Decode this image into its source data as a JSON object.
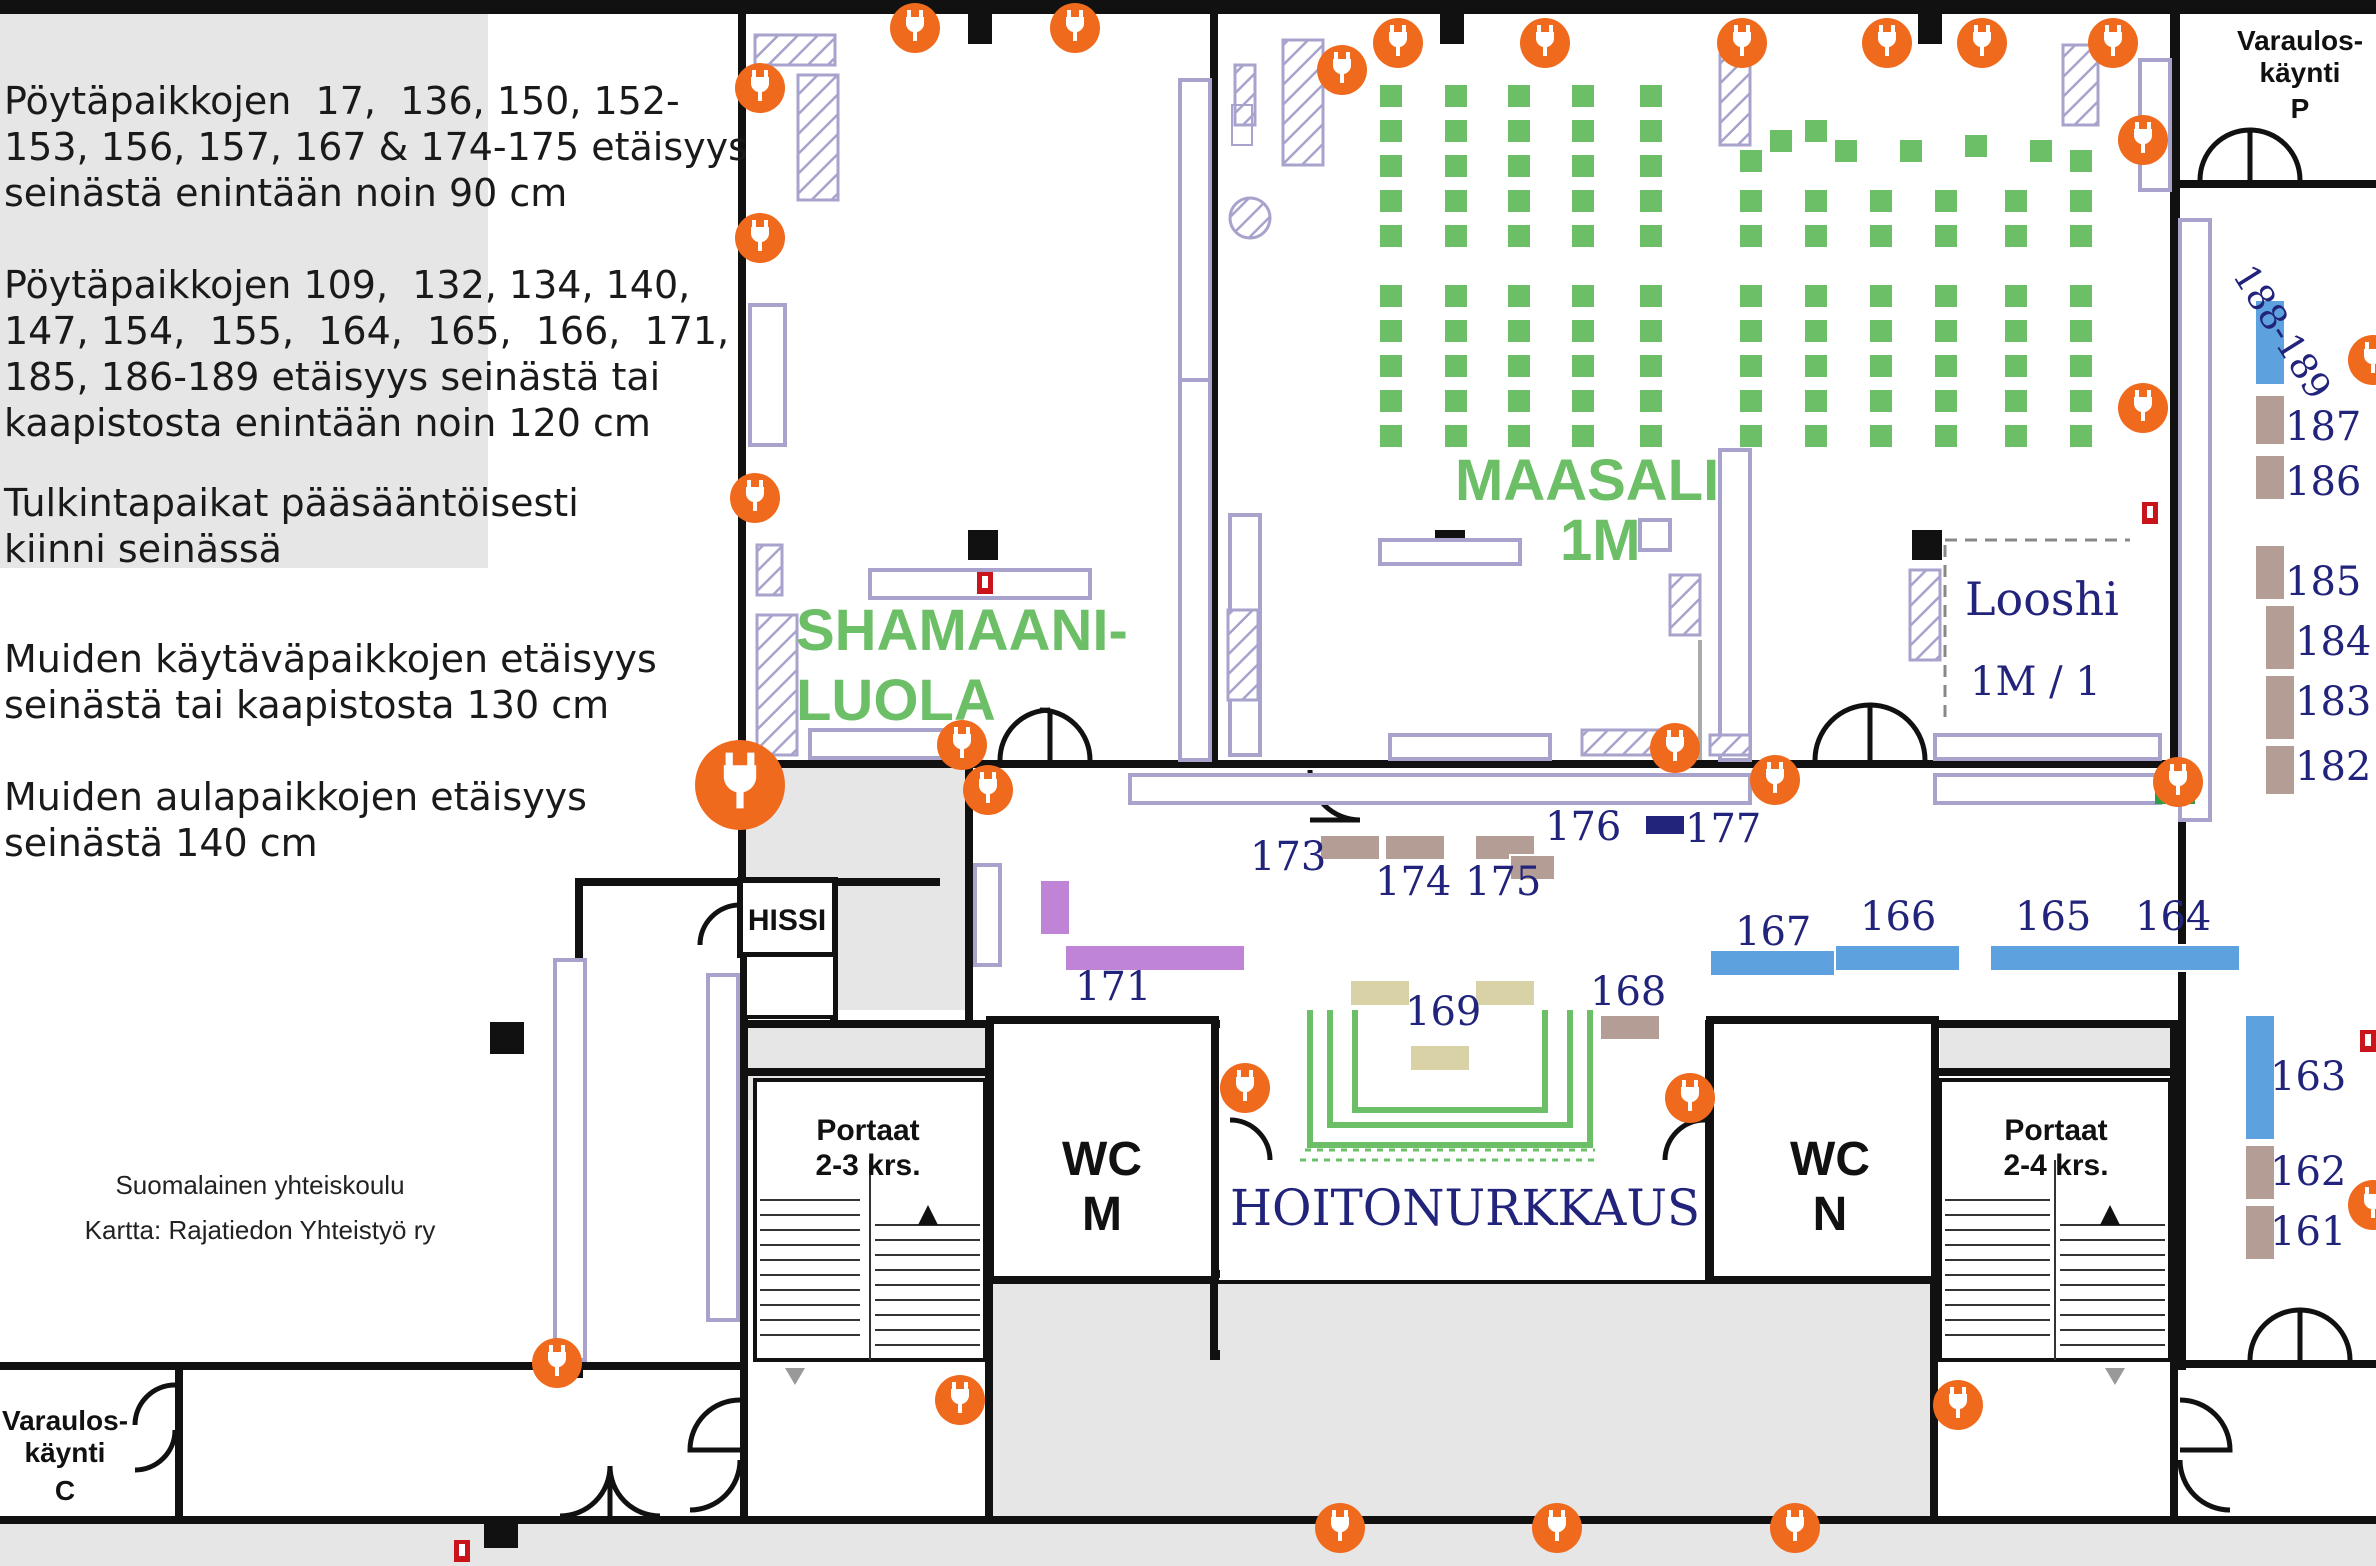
{
  "notes": [
    "Pöytäpaikkojen  17,  136, 150, 152-\n153, 156, 157, 167 & 174-175 etäisyys\nseinästä enintään noin 90 cm",
    "Pöytäpaikkojen 109,  132, 134, 140,\n147, 154,  155,  164,  165,  166,  171,\n185, 186-189 etäisyys seinästä tai\nkaapistosta enintään noin 120 cm",
    "Tulkintapaikat pääsääntöisesti\nkiinni seinässä",
    "Muiden käytäväpaikkojen etäisyys\nseinästä tai kaapistosta 130 cm",
    "Muiden aulapaikkojen etäisyys\nseinästä 140 cm"
  ],
  "credit": {
    "school": "Suomalainen yhteiskoulu",
    "map_by": "Kartta:  Rajatiedon Yhteistyö ry"
  },
  "rooms": {
    "shamaaniluola_1": "SHAMAANI-",
    "shamaaniluola_2": "LUOLA",
    "maasali_1": "MAASALI",
    "maasali_2": "1M",
    "looshi_1": "Looshi",
    "looshi_2": "1M / 1",
    "hoitonurkkaus": "HOITONURKKAUS",
    "hissi": "HISSI",
    "wc_m_1": "WC",
    "wc_m_2": "M",
    "wc_n_1": "WC",
    "wc_n_2": "N",
    "portaat_left_1": "Portaat",
    "portaat_left_2": "2-3 krs.",
    "portaat_right_1": "Portaat",
    "portaat_right_2": "2-4 krs.",
    "exit_p_1": "Varaulos-",
    "exit_p_2": "käynti",
    "exit_p_3": "P",
    "exit_c_1": "Varaulos-",
    "exit_c_2": "käynti",
    "exit_c_3": "C"
  },
  "table_numbers": [
    "173",
    "174",
    "175",
    "176",
    "177",
    "171",
    "169",
    "168",
    "167",
    "166",
    "165",
    "164",
    "163",
    "162",
    "161",
    "188-189",
    "187",
    "186",
    "185",
    "184",
    "183",
    "182"
  ],
  "colors": {
    "wall": "#111111",
    "corridor_grey": "#e6e6e6",
    "room_green": "#6dbf67",
    "outlet_orange": "#f06a1e",
    "cabinet_lavender": "#a7a3cc",
    "table_brown": "#b39d94",
    "table_blue": "#5da2de",
    "table_purple": "#c084d6",
    "table_tan": "#d8d2a6",
    "number_ink": "#22237a"
  },
  "icons": [
    "power-outlet-icon",
    "fire-extinguisher-icon",
    "emergency-exit-icon",
    "stair-arrow-up-icon",
    "stair-arrow-down-icon"
  ]
}
